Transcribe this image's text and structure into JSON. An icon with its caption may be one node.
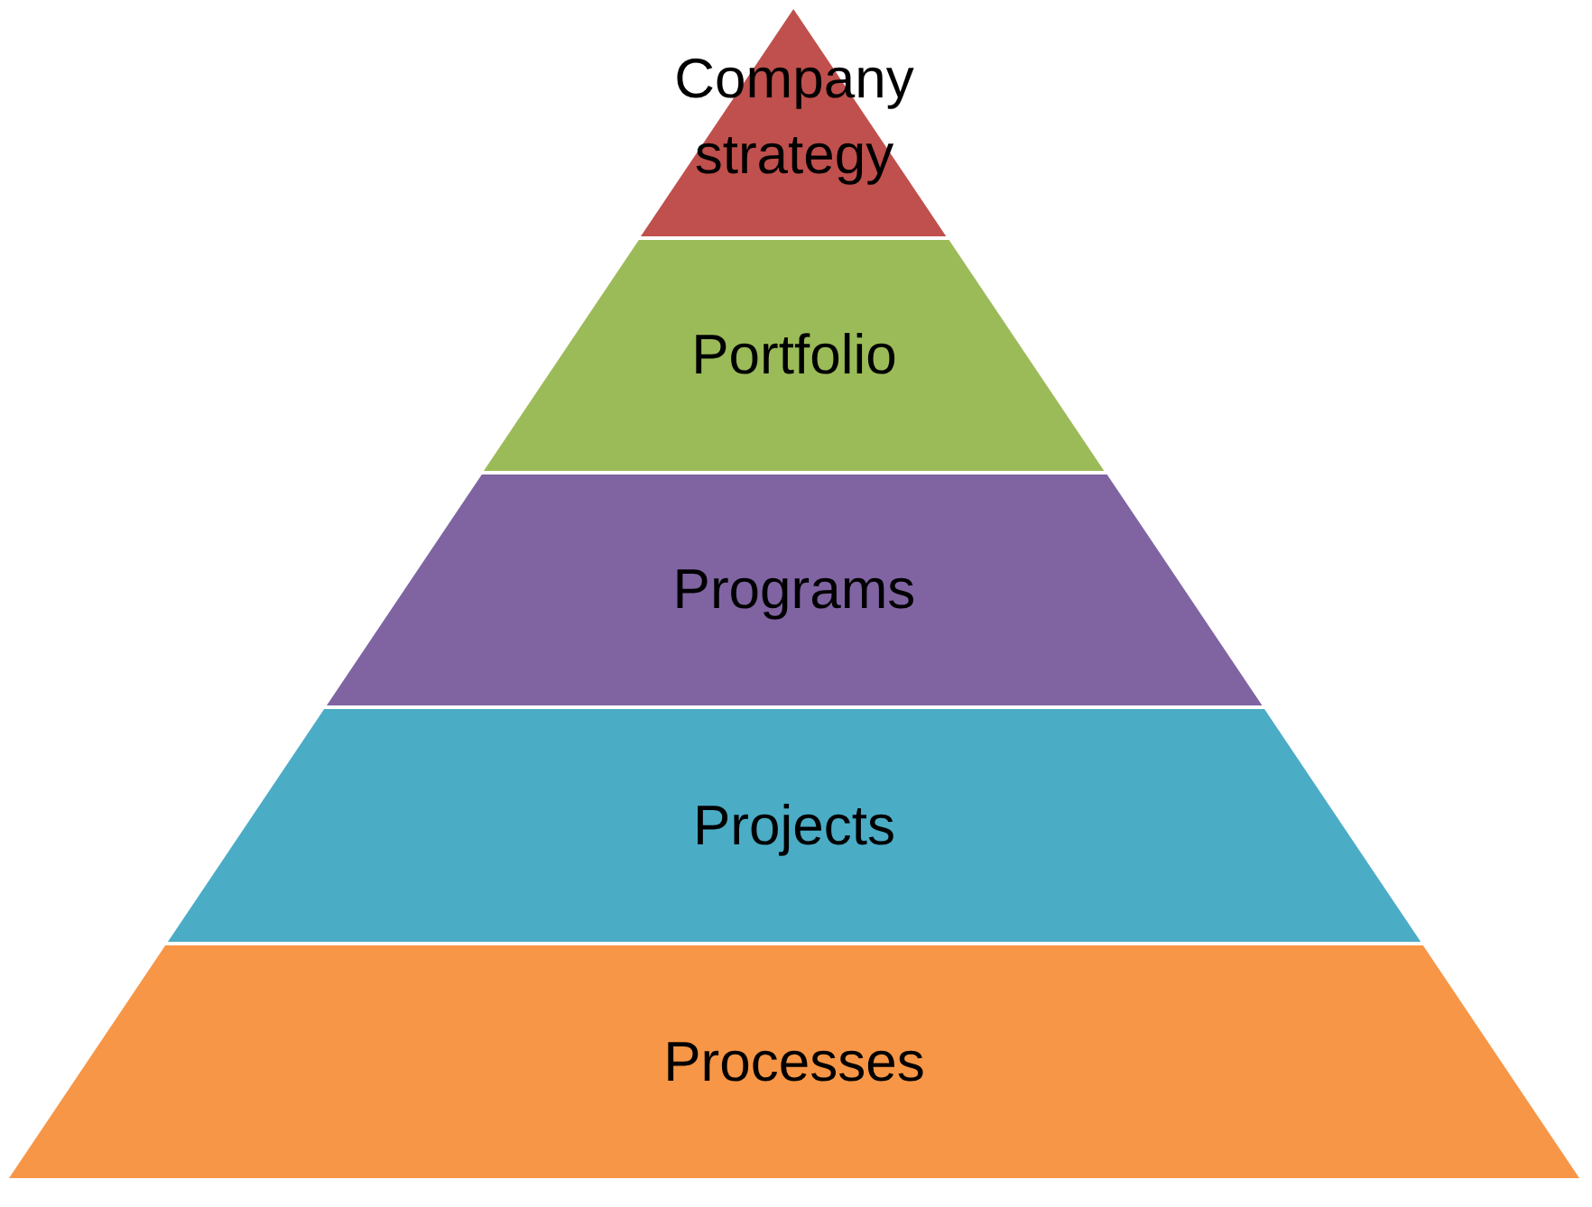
{
  "diagram": {
    "nodes": [
      {
        "text": [
          "Company strategy"
        ]
      },
      {
        "text": [
          "Portfolio"
        ]
      },
      {
        "text": [
          "Programs"
        ]
      },
      {
        "text": [
          "Projects"
        ]
      },
      {
        "text": [
          "Processes"
        ]
      }
    ]
  }
}
